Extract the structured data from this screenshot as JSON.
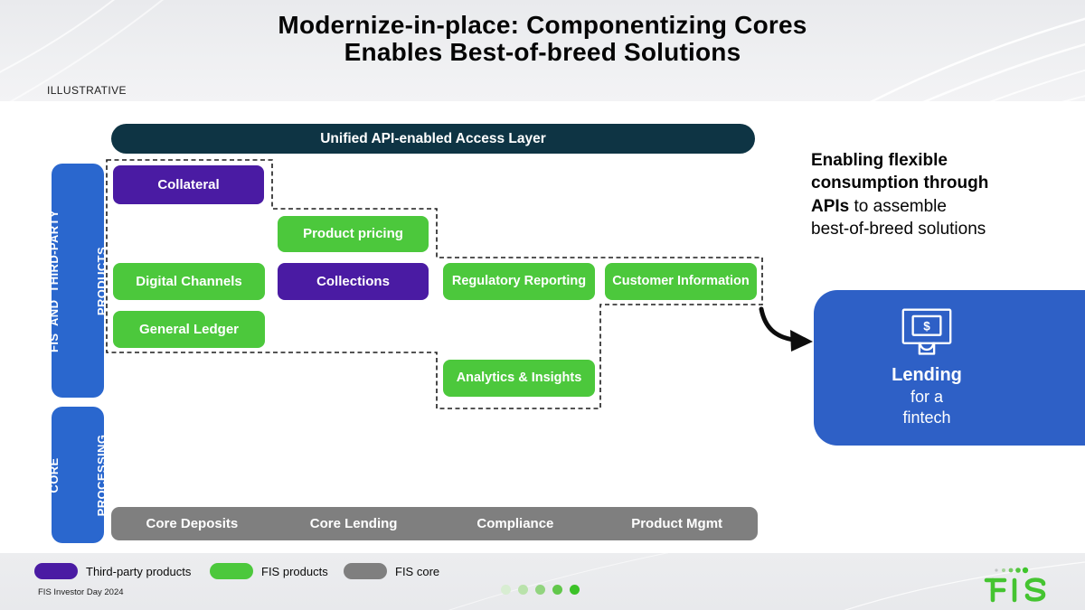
{
  "slide": {
    "title_line1": "Modernize-in-place: Componentizing Cores",
    "title_line2": "Enables Best-of-breed Solutions",
    "tag": "ILLUSTRATIVE"
  },
  "access_layer": {
    "label": "Unified API-enabled Access Layer"
  },
  "side_tabs": {
    "products_line1": "FIS  AND  THIRD-PARTY",
    "products_line2": "PRODUCTS",
    "core_line1": "CORE",
    "core_line2": "PROCESSING"
  },
  "components": {
    "collateral": {
      "label": "Collateral",
      "category": "Third-party products"
    },
    "product_pricing": {
      "label": "Product pricing",
      "category": "FIS products"
    },
    "digital_channels": {
      "label": "Digital Channels",
      "category": "FIS products"
    },
    "collections": {
      "label": "Collections",
      "category": "Third-party products"
    },
    "regulatory_reporting": {
      "label": "Regulatory Reporting",
      "category": "FIS products"
    },
    "customer_information": {
      "label": "Customer Information",
      "category": "FIS products"
    },
    "general_ledger": {
      "label": "General Ledger",
      "category": "FIS products"
    },
    "analytics_insights": {
      "label": "Analytics & Insights",
      "category": "FIS products"
    }
  },
  "core_bar": {
    "segments": [
      "Core Deposits",
      "Core Lending",
      "Compliance",
      "Product Mgmt"
    ]
  },
  "right_note": {
    "lines": [
      {
        "bold": "Enabling flexible"
      },
      {
        "bold": "consumption through"
      },
      {
        "bold": "APIs",
        "regular": " to assemble"
      },
      {
        "regular": "best-of-breed solutions"
      }
    ]
  },
  "lending_card": {
    "icon": "atm-dollar-icon",
    "icon_symbol": "$",
    "title": "Lending",
    "line2": "for a",
    "line3": "fintech"
  },
  "legend": {
    "items": [
      {
        "label": "Third-party products",
        "color": "#4a1ba3"
      },
      {
        "label": "FIS products",
        "color": "#4cc83c"
      },
      {
        "label": "FIS core",
        "color": "#7f7f7f"
      }
    ]
  },
  "footer": {
    "note": "FIS Investor Day 2024",
    "logo_text": "FIS"
  },
  "pagination": {
    "dot_colors": [
      "#d8edd2",
      "#b9e2ab",
      "#92d47f",
      "#62c74b",
      "#3cc228"
    ]
  },
  "colors": {
    "access_layer_bg": "#0e3444",
    "third_party_purple": "#4a1ba3",
    "fis_green": "#4cc83c",
    "core_gray": "#7f7f7f",
    "side_tab_blue": "#2a67ce",
    "lending_blue": "#2e60c6",
    "logo_green": "#45c431"
  }
}
